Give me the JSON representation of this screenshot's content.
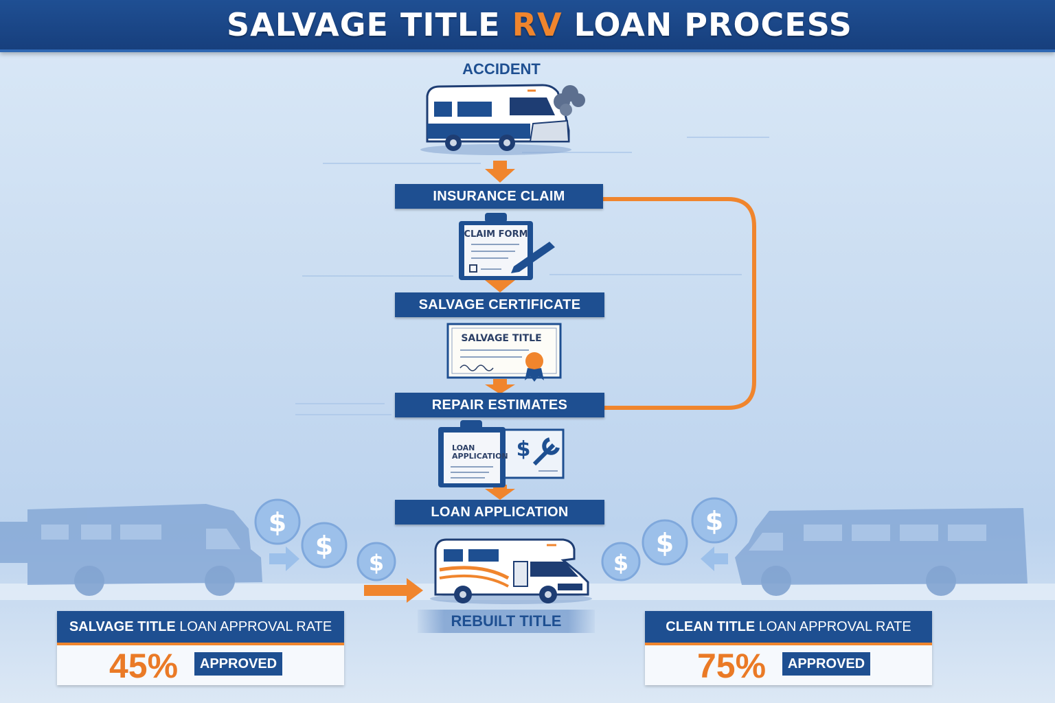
{
  "header": {
    "title_part1": "SALVAGE TITLE ",
    "title_accent": "RV",
    "title_part2": " LOAN PROCESS"
  },
  "flow": {
    "accident_label": "ACCIDENT",
    "steps": [
      "INSURANCE CLAIM",
      "SALVAGE CERTIFICATE",
      "REPAIR ESTIMATES",
      "LOAN APPLICATION"
    ],
    "rebuilt_label": "REBUILT TITLE"
  },
  "documents": {
    "claim_form": "CLAIM FORM",
    "salvage_title": "SALVAGE TITLE",
    "loan_application_line1": "LOAN",
    "loan_application_line2": "APPLICATION",
    "estimate_symbol": "$"
  },
  "stats": {
    "salvage": {
      "label_bold": "SALVAGE TITLE",
      "label_rest": " LOAN APPROVAL RATE",
      "percent": "45%",
      "badge": "APPROVED"
    },
    "clean": {
      "label_bold": "CLEAN TITLE",
      "label_rest": "  LOAN APPROVAL RATE",
      "percent": "75%",
      "badge": "APPROVED"
    }
  },
  "coin_symbol": "$",
  "colors": {
    "navy": "#1e4f91",
    "orange": "#f0852d",
    "light_blue": "#9bbde6"
  }
}
